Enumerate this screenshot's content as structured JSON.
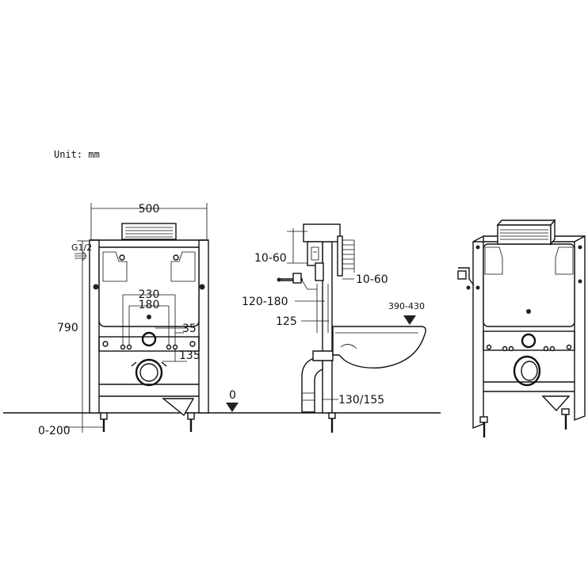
{
  "unit_label": "Unit: mm",
  "front": {
    "width": "500",
    "height": "790",
    "leg_adjust": "0-200",
    "inlet_thread": "G1/2",
    "spacing_outer": "230",
    "spacing_inner": "180",
    "offset_top": "35",
    "offset_drain": "135"
  },
  "side": {
    "button_depth": "10-60",
    "bracket_depth": "10-60",
    "bolt_height": "120-180",
    "axis_depth": "125",
    "bowl_height": "390-430",
    "floor_level": "0",
    "drain_height": "130/155"
  }
}
